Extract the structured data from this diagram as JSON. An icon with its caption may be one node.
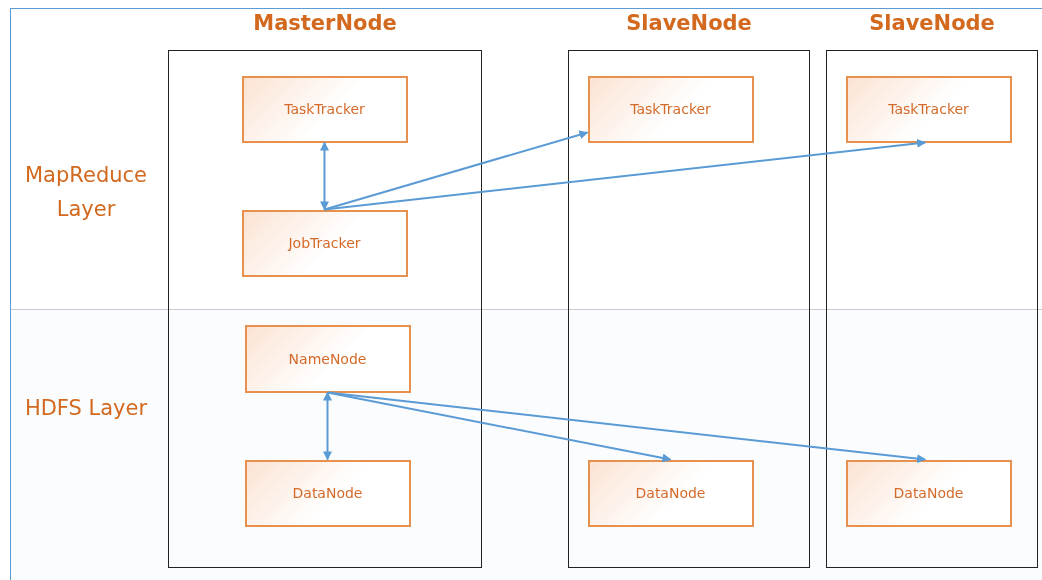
{
  "diagram": {
    "nodes": [
      {
        "text": [
          "MasterNode"
        ]
      },
      {
        "text": [
          "TaskTracker"
        ],
        "in": 0
      },
      {
        "text": [
          "JobTracker"
        ],
        "in": 0
      },
      {
        "text": [
          "NameNode"
        ],
        "in": 0
      },
      {
        "text": [
          "DataNode"
        ],
        "in": 0
      },
      {
        "text": [
          "SlaveNode"
        ]
      },
      {
        "text": [
          "TaskTracker"
        ],
        "in": 5
      },
      {
        "text": [
          "DataNode"
        ],
        "in": 5
      },
      {
        "text": [
          "SlaveNode"
        ]
      },
      {
        "text": [
          "TaskTracker"
        ],
        "in": 8
      },
      {
        "text": [
          "DataNode"
        ],
        "in": 8
      }
    ],
    "edges": [
      {
        "from": 1,
        "to": 2,
        "arrow": "both"
      },
      {
        "from": 2,
        "to": 6,
        "arrow": "to"
      },
      {
        "from": 2,
        "to": 9,
        "arrow": "to"
      },
      {
        "from": 3,
        "to": 4,
        "arrow": "both"
      },
      {
        "from": 3,
        "to": 7,
        "arrow": "to"
      },
      {
        "from": 3,
        "to": 10,
        "arrow": "to"
      }
    ],
    "labels": [
      "MapReduce Layer",
      "HDFS Layer"
    ]
  }
}
